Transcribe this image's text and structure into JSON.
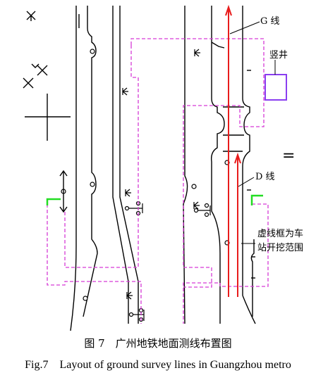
{
  "figure": {
    "caption_cn": "图 7　广州地铁地面测线布置图",
    "caption_en": "Fig.7　Layout of ground survey lines in Guangzhou metro"
  },
  "labels": {
    "g_line": "G 线",
    "d_line": "D 线",
    "shaft": "竖井",
    "range_line1": "虚线框为车",
    "range_line2": "站开挖范围",
    "equals": "="
  },
  "colors": {
    "road": "#000000",
    "excavation_boundary": "#d63bd6",
    "survey_line": "#e81c1c",
    "shaft_box": "#8a3ef0",
    "marker": "#22dd22"
  }
}
